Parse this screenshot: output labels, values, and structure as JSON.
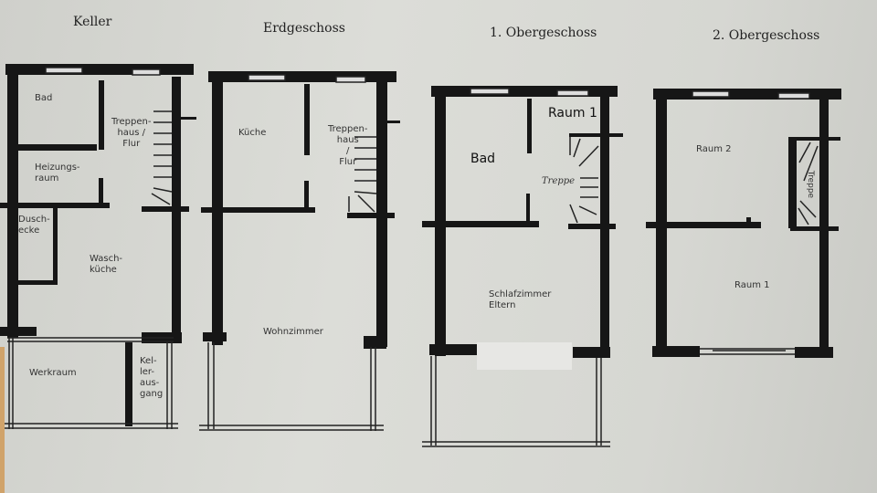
{
  "floors": [
    {
      "title": "Keller",
      "rooms": [
        "Bad",
        "Treppen-\nhaus /\nFlur",
        "Heizungs-\nraum",
        "Dusch-\necke",
        "Wasch-\nküche",
        "Werkraum",
        "Kel-\nler-\naus-\ngang"
      ]
    },
    {
      "title": "Erdgeschoss",
      "rooms": [
        "Küche",
        "Treppen-\nhaus\n/\nFlur",
        "Wohnzimmer"
      ]
    },
    {
      "title": "1. Obergeschoss",
      "rooms": [
        "Raum 1",
        "Bad",
        "Treppe",
        "Schlafzimmer\nEltern"
      ]
    },
    {
      "title": "2. Obergeschoss",
      "rooms": [
        "Raum 2",
        "Treppe",
        "Raum 1"
      ]
    }
  ]
}
